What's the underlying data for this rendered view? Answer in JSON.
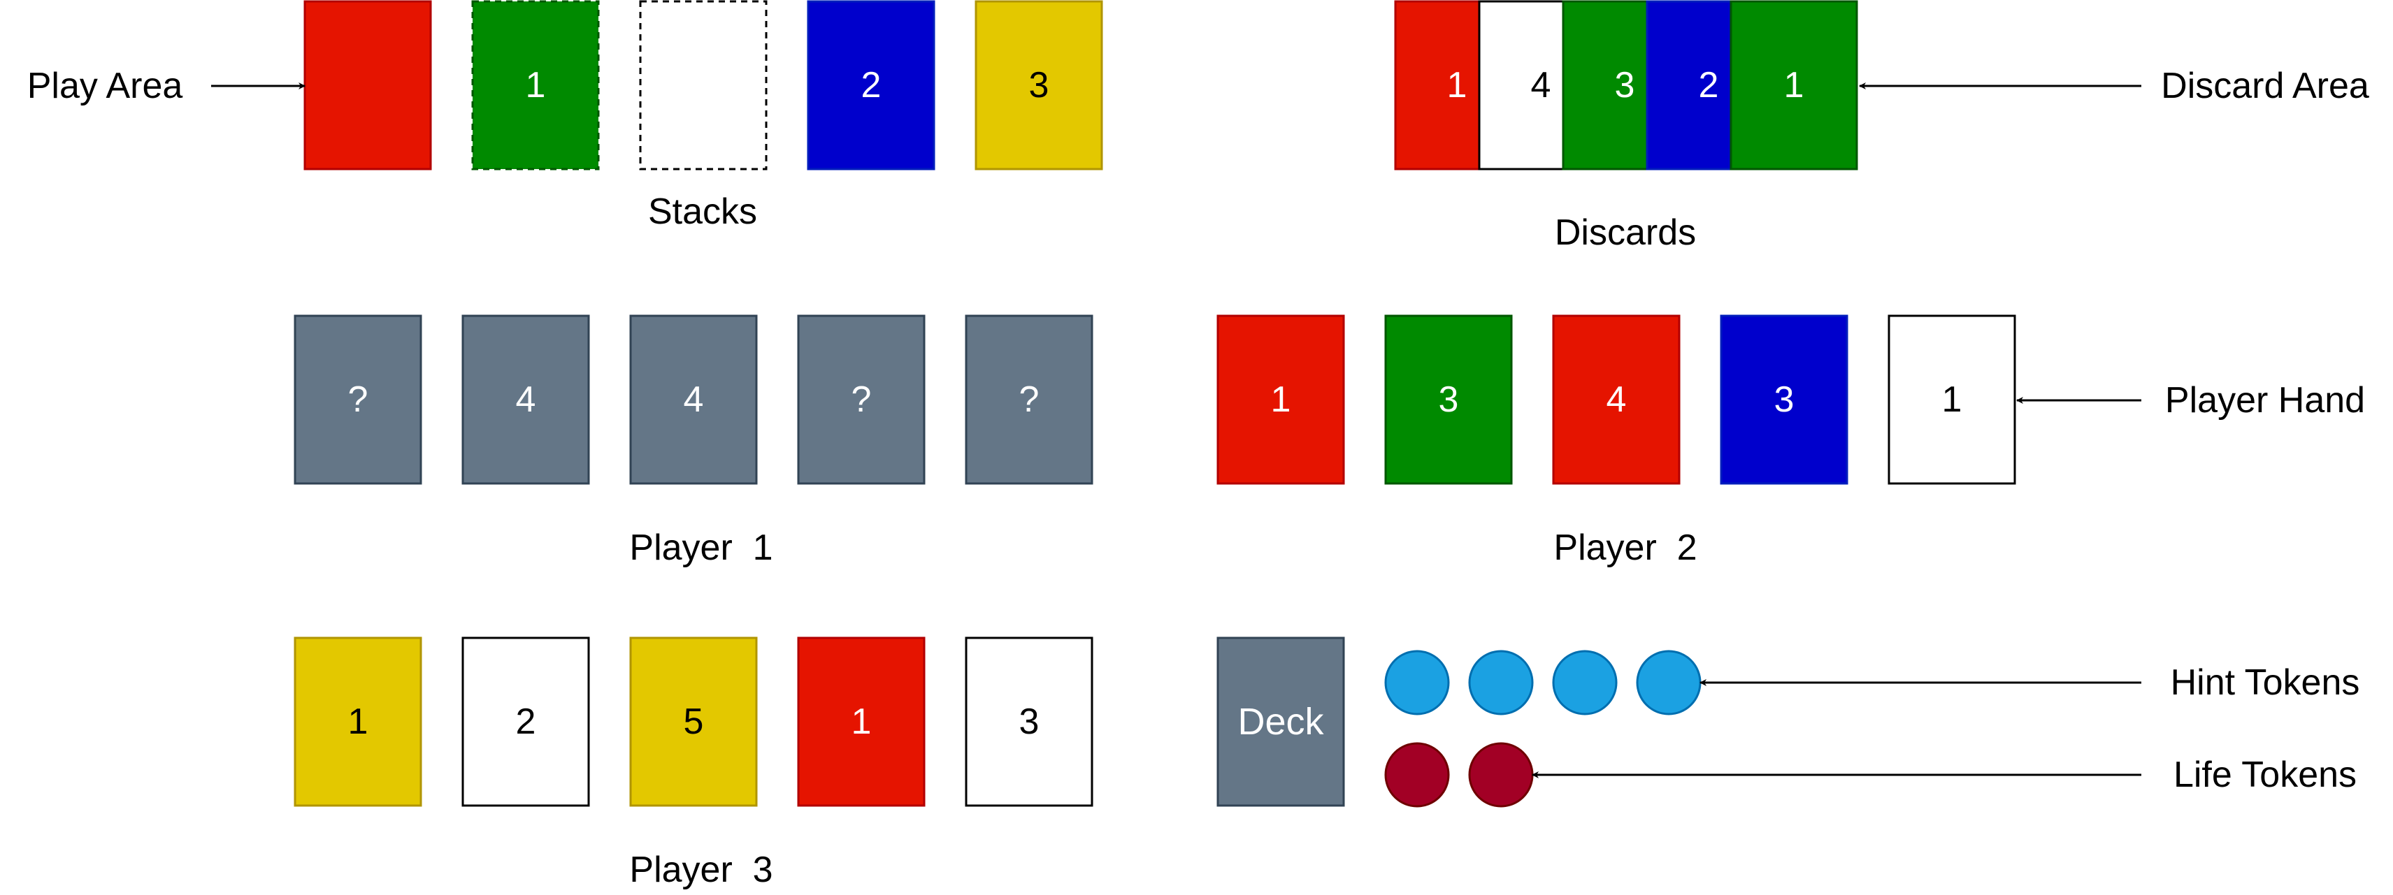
{
  "labels": {
    "play_area": "Play Area",
    "discard_area": "Discard Area",
    "stacks": "Stacks",
    "discards": "Discards",
    "player1": "Player  1",
    "player2": "Player  2",
    "player3": "Player  3",
    "player_hand": "Player Hand",
    "hint_tokens": "Hint Tokens",
    "life_tokens": "Life Tokens"
  },
  "colors": {
    "red": "#e51400",
    "green": "#008a00",
    "blue": "#0000cc",
    "yellow": "#e3c800",
    "white": "#ffffff",
    "hidden": "#647687",
    "hint_token": "#1ba1e2",
    "life_token": "#a20025"
  },
  "stacks": [
    {
      "color": "red",
      "value": "",
      "dashed": false
    },
    {
      "color": "green",
      "value": "1",
      "dashed": true
    },
    {
      "color": "white",
      "value": "",
      "dashed": true
    },
    {
      "color": "blue",
      "value": "2",
      "dashed": false
    },
    {
      "color": "yellow",
      "value": "3",
      "dashed": false
    }
  ],
  "discards": [
    {
      "color": "red",
      "value": "1"
    },
    {
      "color": "white",
      "value": "4"
    },
    {
      "color": "green",
      "value": "3"
    },
    {
      "color": "blue",
      "value": "2"
    },
    {
      "color": "green",
      "value": "1"
    }
  ],
  "player1": [
    {
      "color": "hidden",
      "value": "?"
    },
    {
      "color": "hidden",
      "value": "4"
    },
    {
      "color": "hidden",
      "value": "4"
    },
    {
      "color": "hidden",
      "value": "?"
    },
    {
      "color": "hidden",
      "value": "?"
    }
  ],
  "player2": [
    {
      "color": "red",
      "value": "1"
    },
    {
      "color": "green",
      "value": "3"
    },
    {
      "color": "red",
      "value": "4"
    },
    {
      "color": "blue",
      "value": "3"
    },
    {
      "color": "white",
      "value": "1"
    }
  ],
  "player3": [
    {
      "color": "yellow",
      "value": "1"
    },
    {
      "color": "white",
      "value": "2"
    },
    {
      "color": "yellow",
      "value": "5"
    },
    {
      "color": "red",
      "value": "1"
    },
    {
      "color": "white",
      "value": "3"
    }
  ],
  "deck": {
    "label": "Deck",
    "color": "hidden"
  },
  "hint_token_count": 4,
  "life_token_count": 2
}
